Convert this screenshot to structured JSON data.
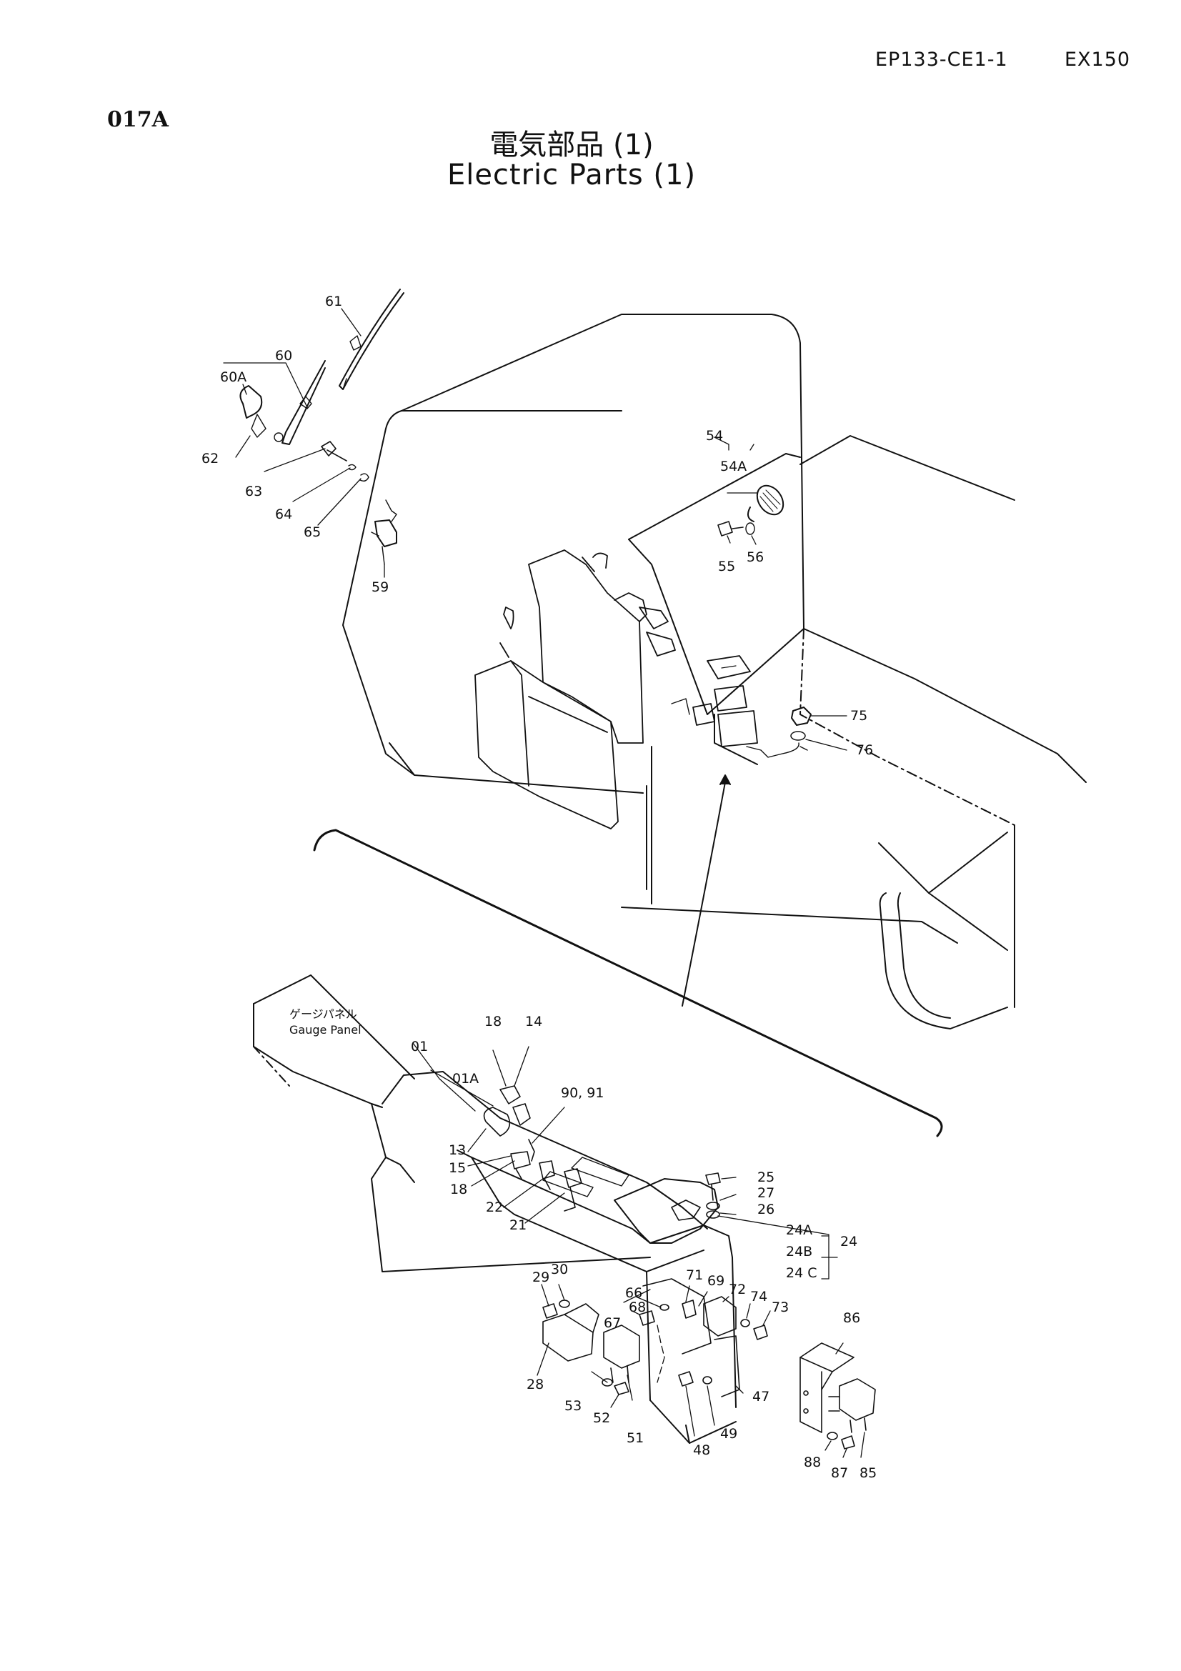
{
  "header": {
    "doc_code": "EP133-CE1-1",
    "model": "EX150",
    "page_id": "017A",
    "title_jp": "電気部品 (1)",
    "title_en": "Electric Parts (1)"
  },
  "gauge_panel": {
    "label_jp": "ゲージパネル",
    "label_en": "Gauge Panel"
  },
  "part_labels": {
    "p61": "61",
    "p60": "60",
    "p60a": "60A",
    "p62": "62",
    "p63": "63",
    "p64": "64",
    "p65": "65",
    "p59": "59",
    "p54": "54",
    "p54a": "54A",
    "p55": "55",
    "p56": "56",
    "p75": "75",
    "p76": "76",
    "p01": "01",
    "p01a": "01A",
    "p18a": "18",
    "p14": "14",
    "p9091": "90, 91",
    "p13": "13",
    "p15": "15",
    "p18b": "18",
    "p22": "22",
    "p21": "21",
    "p25": "25",
    "p27": "27",
    "p26": "26",
    "p24a": "24A",
    "p24b": "24B",
    "p24c": "24 C",
    "p24": "24",
    "p29": "29",
    "p30": "30",
    "p28": "28",
    "p53": "53",
    "p52": "52",
    "p51": "51",
    "p66": "66",
    "p68": "68",
    "p67": "67",
    "p71": "71",
    "p69": "69",
    "p72": "72",
    "p74": "74",
    "p73": "73",
    "p47": "47",
    "p49": "49",
    "p48": "48",
    "p86": "86",
    "p88": "88",
    "p87": "87",
    "p85": "85"
  }
}
